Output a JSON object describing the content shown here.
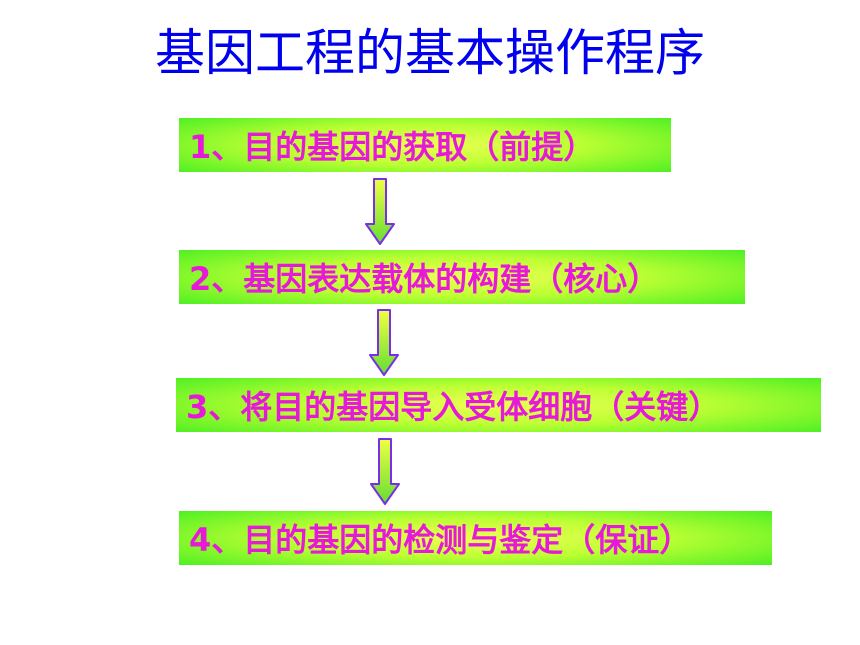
{
  "title": "基因工程的基本操作程序",
  "steps": [
    {
      "label": "1、目的基因的获取（前提）"
    },
    {
      "label": "2、基因表达载体的构建（核心）"
    },
    {
      "label": "3、将目的基因导入受体细胞（关键）"
    },
    {
      "label": "4、目的基因的检测与鉴定（保证）"
    }
  ],
  "colors": {
    "title": "#0000ee",
    "step_text": "#e619d8",
    "step_fill_center": "#eeff55",
    "step_fill_edge": "#44ee22",
    "arrow_fill_top": "#eeff44",
    "arrow_fill_bottom": "#66dd33",
    "arrow_stroke": "#7a2ee6"
  },
  "icons": [
    "down-arrow-icon"
  ]
}
